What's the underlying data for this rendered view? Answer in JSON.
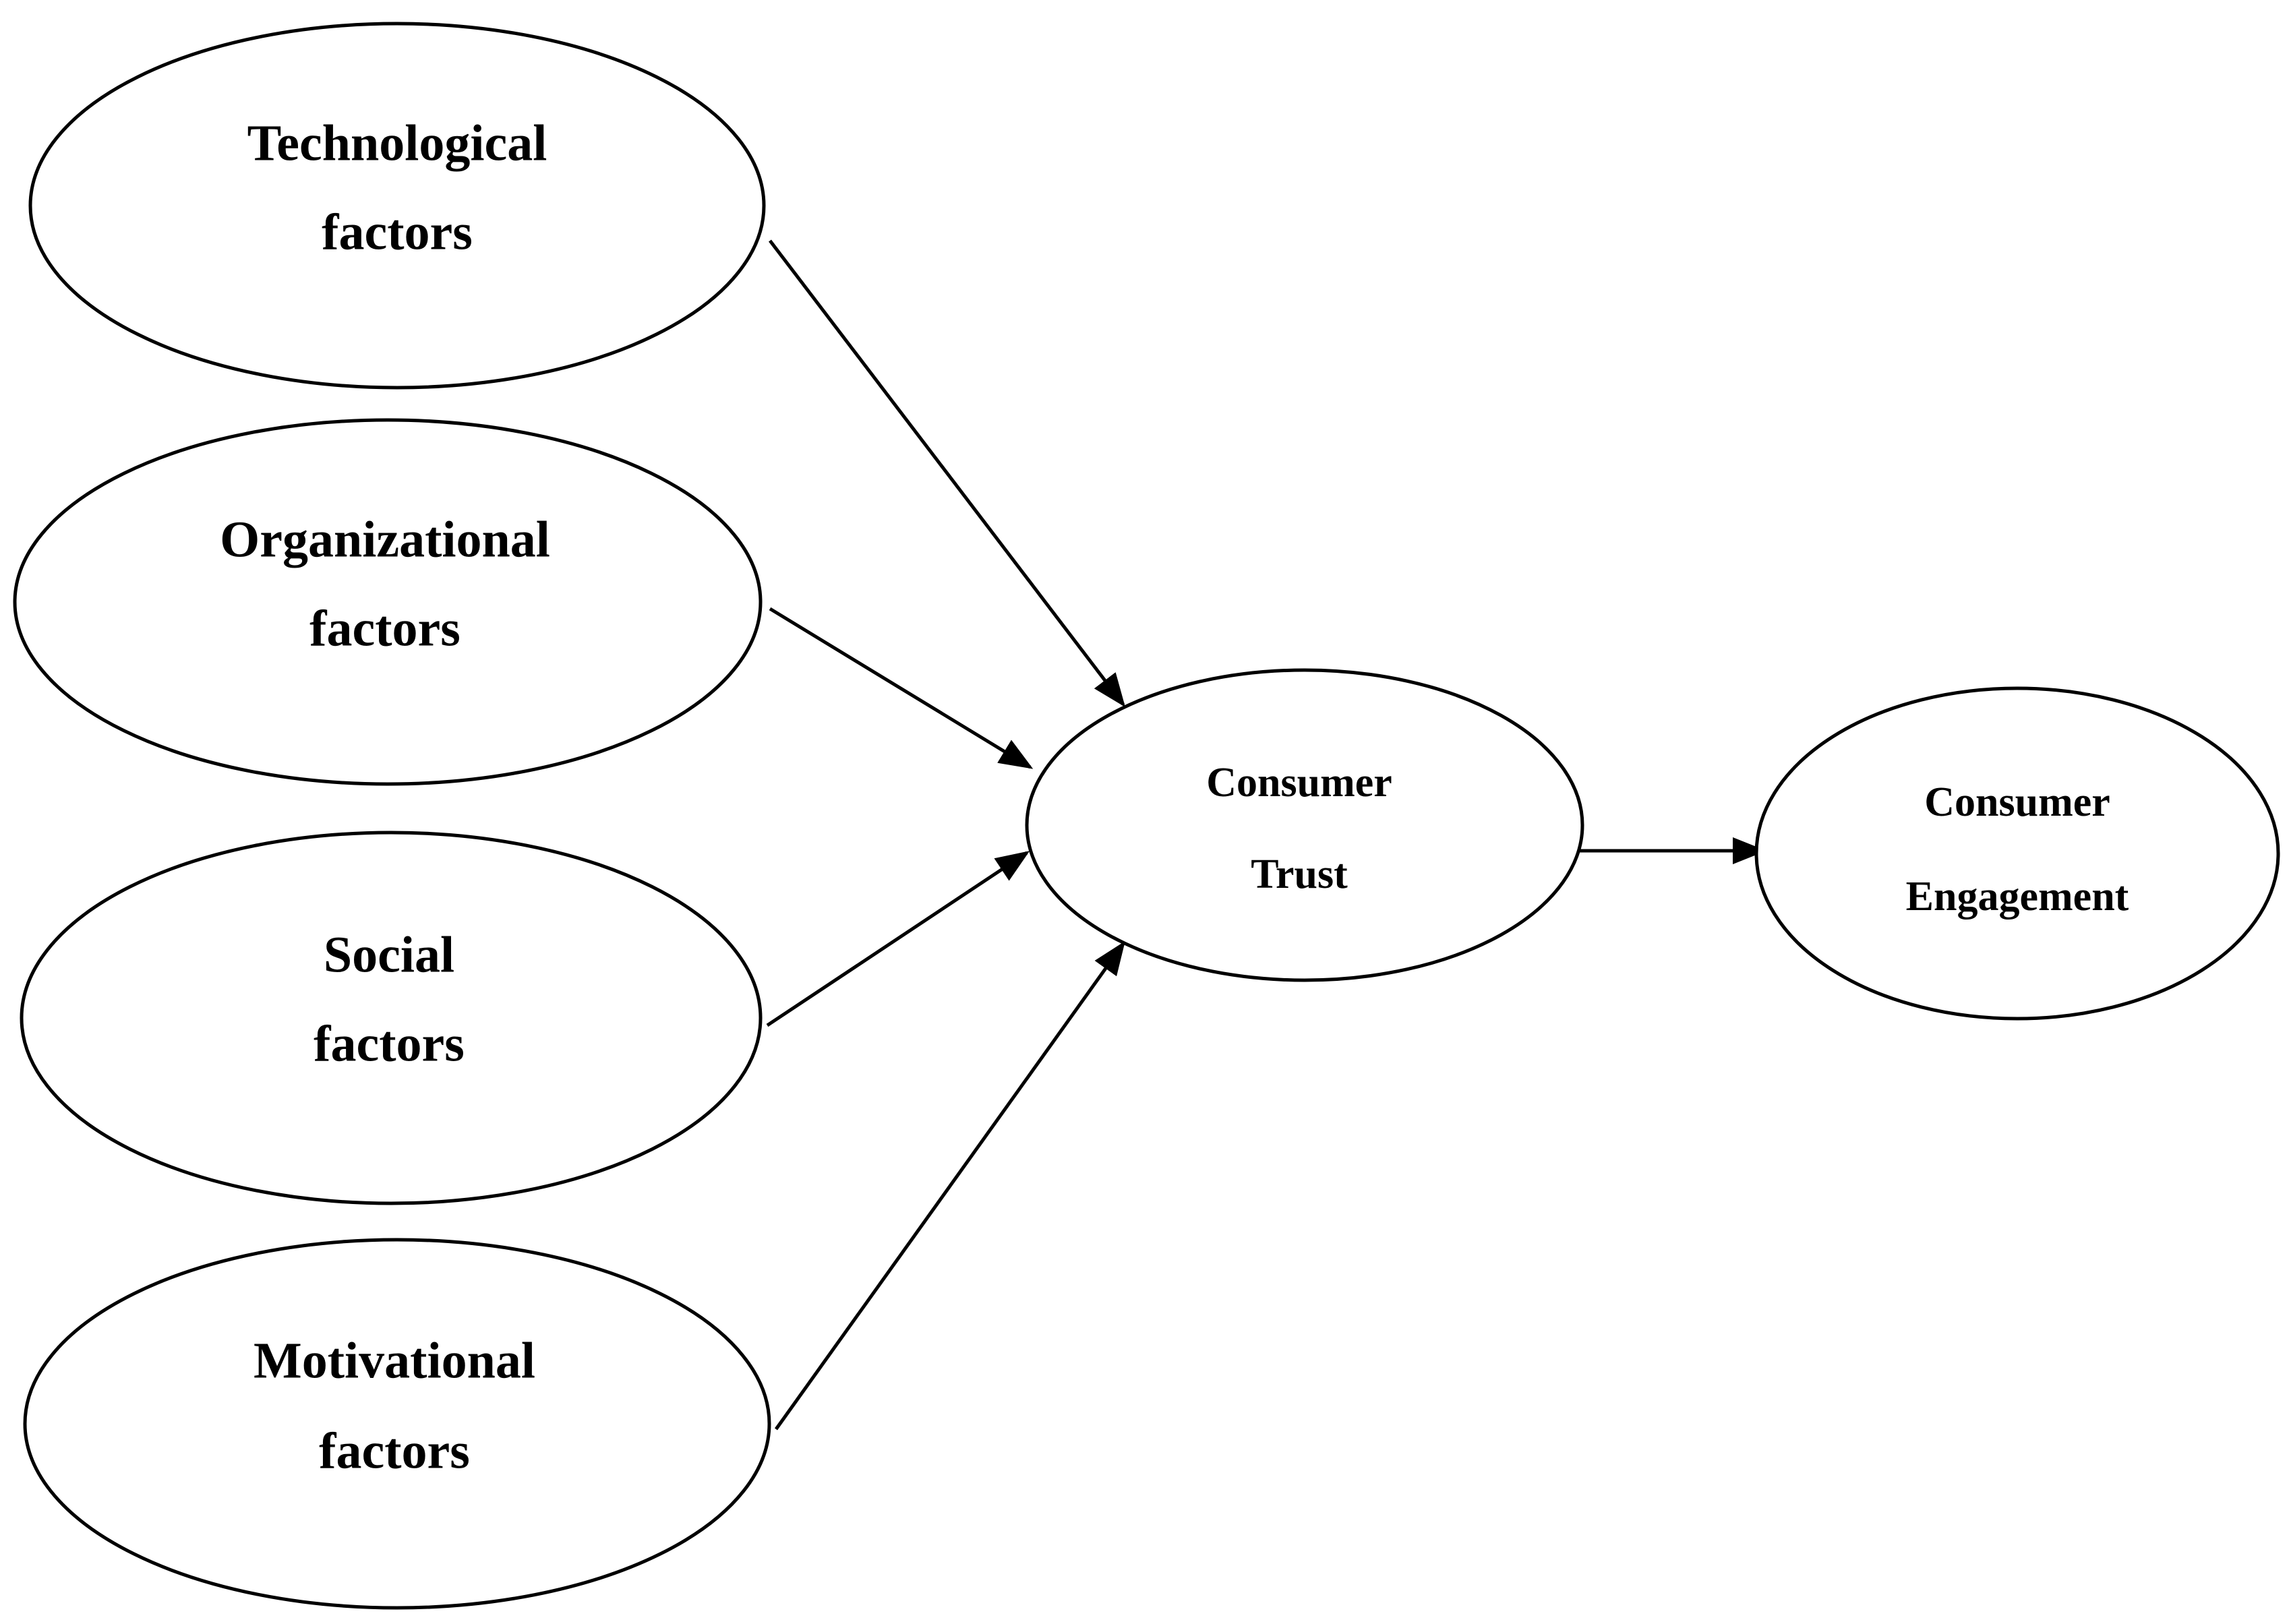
{
  "diagram": {
    "nodes": {
      "technological": {
        "line1": "Technological",
        "line2": "factors"
      },
      "organizational": {
        "line1": "Organizational",
        "line2": "factors"
      },
      "social": {
        "line1": "Social",
        "line2": "factors"
      },
      "motivational": {
        "line1": "Motivational",
        "line2": "factors"
      },
      "trust": {
        "line1": "Consumer",
        "line2": "Trust"
      },
      "engagement": {
        "line1": "Consumer",
        "line2": "Engagement"
      }
    },
    "edges": [
      {
        "from": "technological",
        "to": "trust"
      },
      {
        "from": "organizational",
        "to": "trust"
      },
      {
        "from": "social",
        "to": "trust"
      },
      {
        "from": "motivational",
        "to": "trust"
      },
      {
        "from": "trust",
        "to": "engagement"
      }
    ],
    "colors": {
      "stroke": "#000000",
      "fill": "#ffffff",
      "text": "#000000"
    }
  }
}
